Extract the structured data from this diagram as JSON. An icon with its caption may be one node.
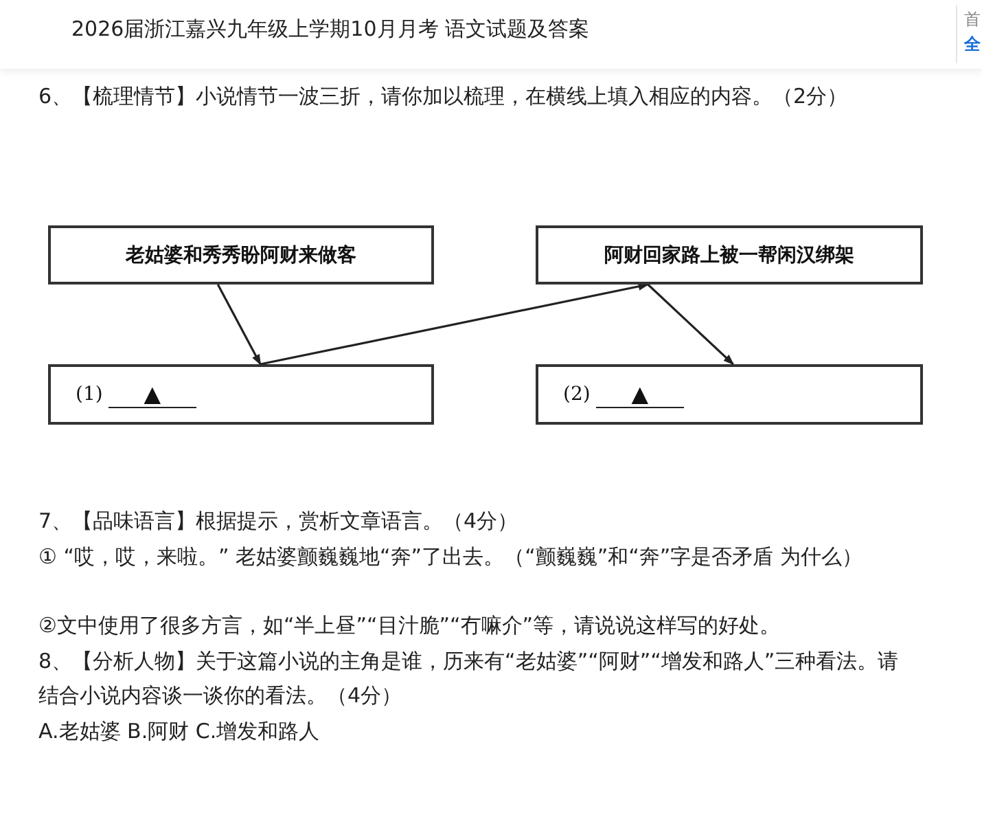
{
  "diagram": {
    "title": "2026届浙江嘉兴九年级上学期10月月考 语文试题及答案",
    "nodes": [
      {
        "text": [
          "老姑婆和秀秀盼阿财来做客"
        ]
      },
      {
        "text": [
          "阿财回家路上被一帮闲汉绑架"
        ]
      },
      {
        "text": [
          "(1)",
          "▲"
        ]
      },
      {
        "text": [
          "(2)",
          "▲"
        ]
      }
    ],
    "edges": [
      {
        "from": 0,
        "to": 2,
        "arrow": "to"
      },
      {
        "from": 2,
        "to": 1,
        "arrow": "to"
      },
      {
        "from": 1,
        "to": 3,
        "arrow": "to"
      }
    ],
    "labels": [
      "首",
      "全",
      "6、【梳理情节】小说情节一波三折，请你加以梳理，在横线上填入相应的内容。（2分）",
      "7、【品味语言】根据提示，赏析文章语言。（4分）",
      "① “哎，哎，来啦。” 老姑婆颤巍巍地“奔”了出去。（“颤巍巍”和“奔”字是否矛盾 为什么）",
      "②文中使用了很多方言，如“半上昼”“目汁脆”“冇嘛介”等，请说说这样写的好处。",
      "8、【分析人物】关于这篇小说的主角是谁，历来有“老姑婆”“阿财”“增发和路人”三种看法。请结合小说内容谈一谈你的看法。（4分）",
      "A.老姑婆 B.阿财 C.增发和路人"
    ]
  }
}
